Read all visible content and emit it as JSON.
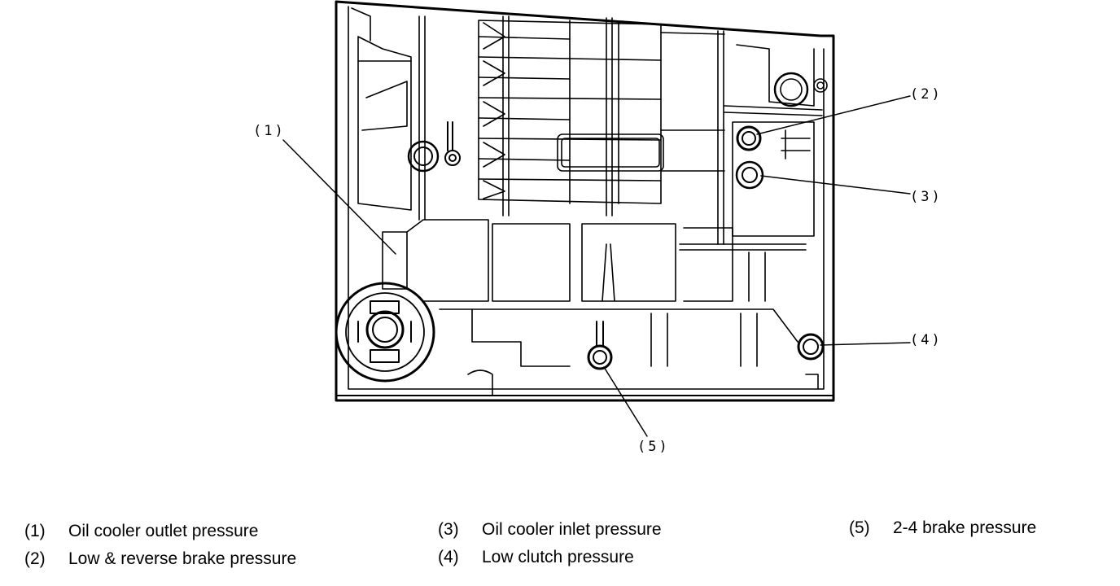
{
  "diagram": {
    "callouts": [
      {
        "id": "1",
        "label": "(1)"
      },
      {
        "id": "2",
        "label": "(2)"
      },
      {
        "id": "3",
        "label": "(3)"
      },
      {
        "id": "4",
        "label": "(4)"
      },
      {
        "id": "5",
        "label": "(5)"
      }
    ]
  },
  "legend": {
    "items": [
      {
        "number": "(1)",
        "text": "Oil cooler outlet pressure"
      },
      {
        "number": "(2)",
        "text": "Low & reverse brake pressure"
      },
      {
        "number": "(3)",
        "text": "Oil cooler inlet pressure"
      },
      {
        "number": "(4)",
        "text": "Low clutch pressure"
      },
      {
        "number": "(5)",
        "text": "2-4 brake pressure"
      }
    ]
  },
  "colors": {
    "line": "#000000",
    "background": "#ffffff"
  }
}
